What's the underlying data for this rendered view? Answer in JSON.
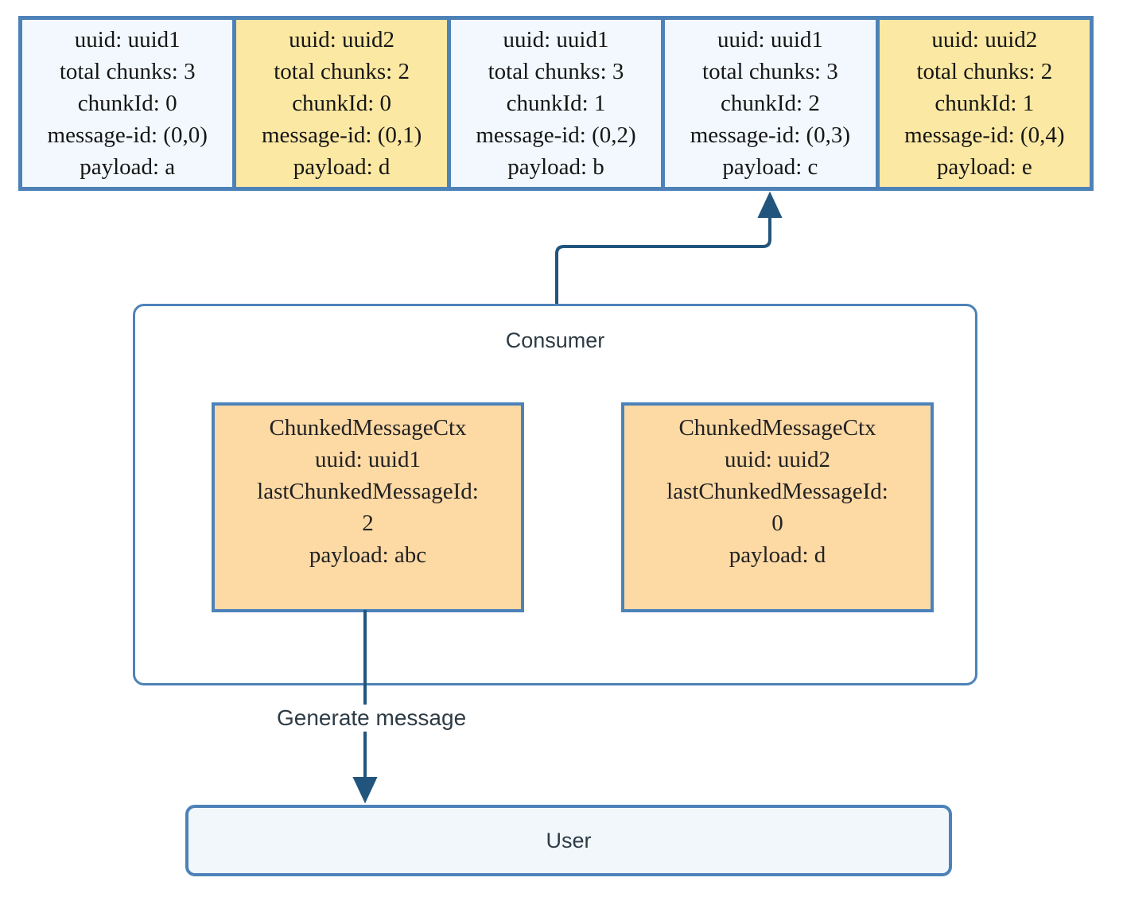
{
  "chunks": [
    {
      "variant": "blue",
      "lines": [
        "uuid: uuid1",
        "total chunks: 3",
        "chunkId: 0",
        "message-id: (0,0)",
        "payload: a"
      ]
    },
    {
      "variant": "yellow",
      "lines": [
        "uuid: uuid2",
        "total chunks: 2",
        "chunkId: 0",
        "message-id: (0,1)",
        "payload: d"
      ]
    },
    {
      "variant": "blue",
      "lines": [
        "uuid: uuid1",
        "total chunks: 3",
        "chunkId: 1",
        "message-id: (0,2)",
        "payload: b"
      ]
    },
    {
      "variant": "blue",
      "lines": [
        "uuid: uuid1",
        "total chunks: 3",
        "chunkId: 2",
        "message-id: (0,3)",
        "payload: c"
      ]
    },
    {
      "variant": "yellow",
      "lines": [
        "uuid: uuid2",
        "total chunks: 2",
        "chunkId: 1",
        "message-id: (0,4)",
        "payload: e"
      ]
    }
  ],
  "consumer": {
    "label": "Consumer",
    "contexts": [
      {
        "lines": [
          "ChunkedMessageCtx",
          "uuid: uuid1",
          "lastChunkedMessageId:",
          "2",
          "payload: abc"
        ]
      },
      {
        "lines": [
          "ChunkedMessageCtx",
          "uuid: uuid2",
          "lastChunkedMessageId:",
          "0",
          "payload: d"
        ]
      }
    ]
  },
  "edges": {
    "generate_message_label": "Generate message"
  },
  "user": {
    "label": "User"
  },
  "colors": {
    "box_border_blue": "#4d82b8",
    "arrow_navy": "#22557d",
    "chunk_blue_fill": "#f2f8fd",
    "chunk_yellow_fill": "#fbe8a2",
    "ctx_orange_fill": "#fdd9a4",
    "label_text": "#2d3b45"
  }
}
